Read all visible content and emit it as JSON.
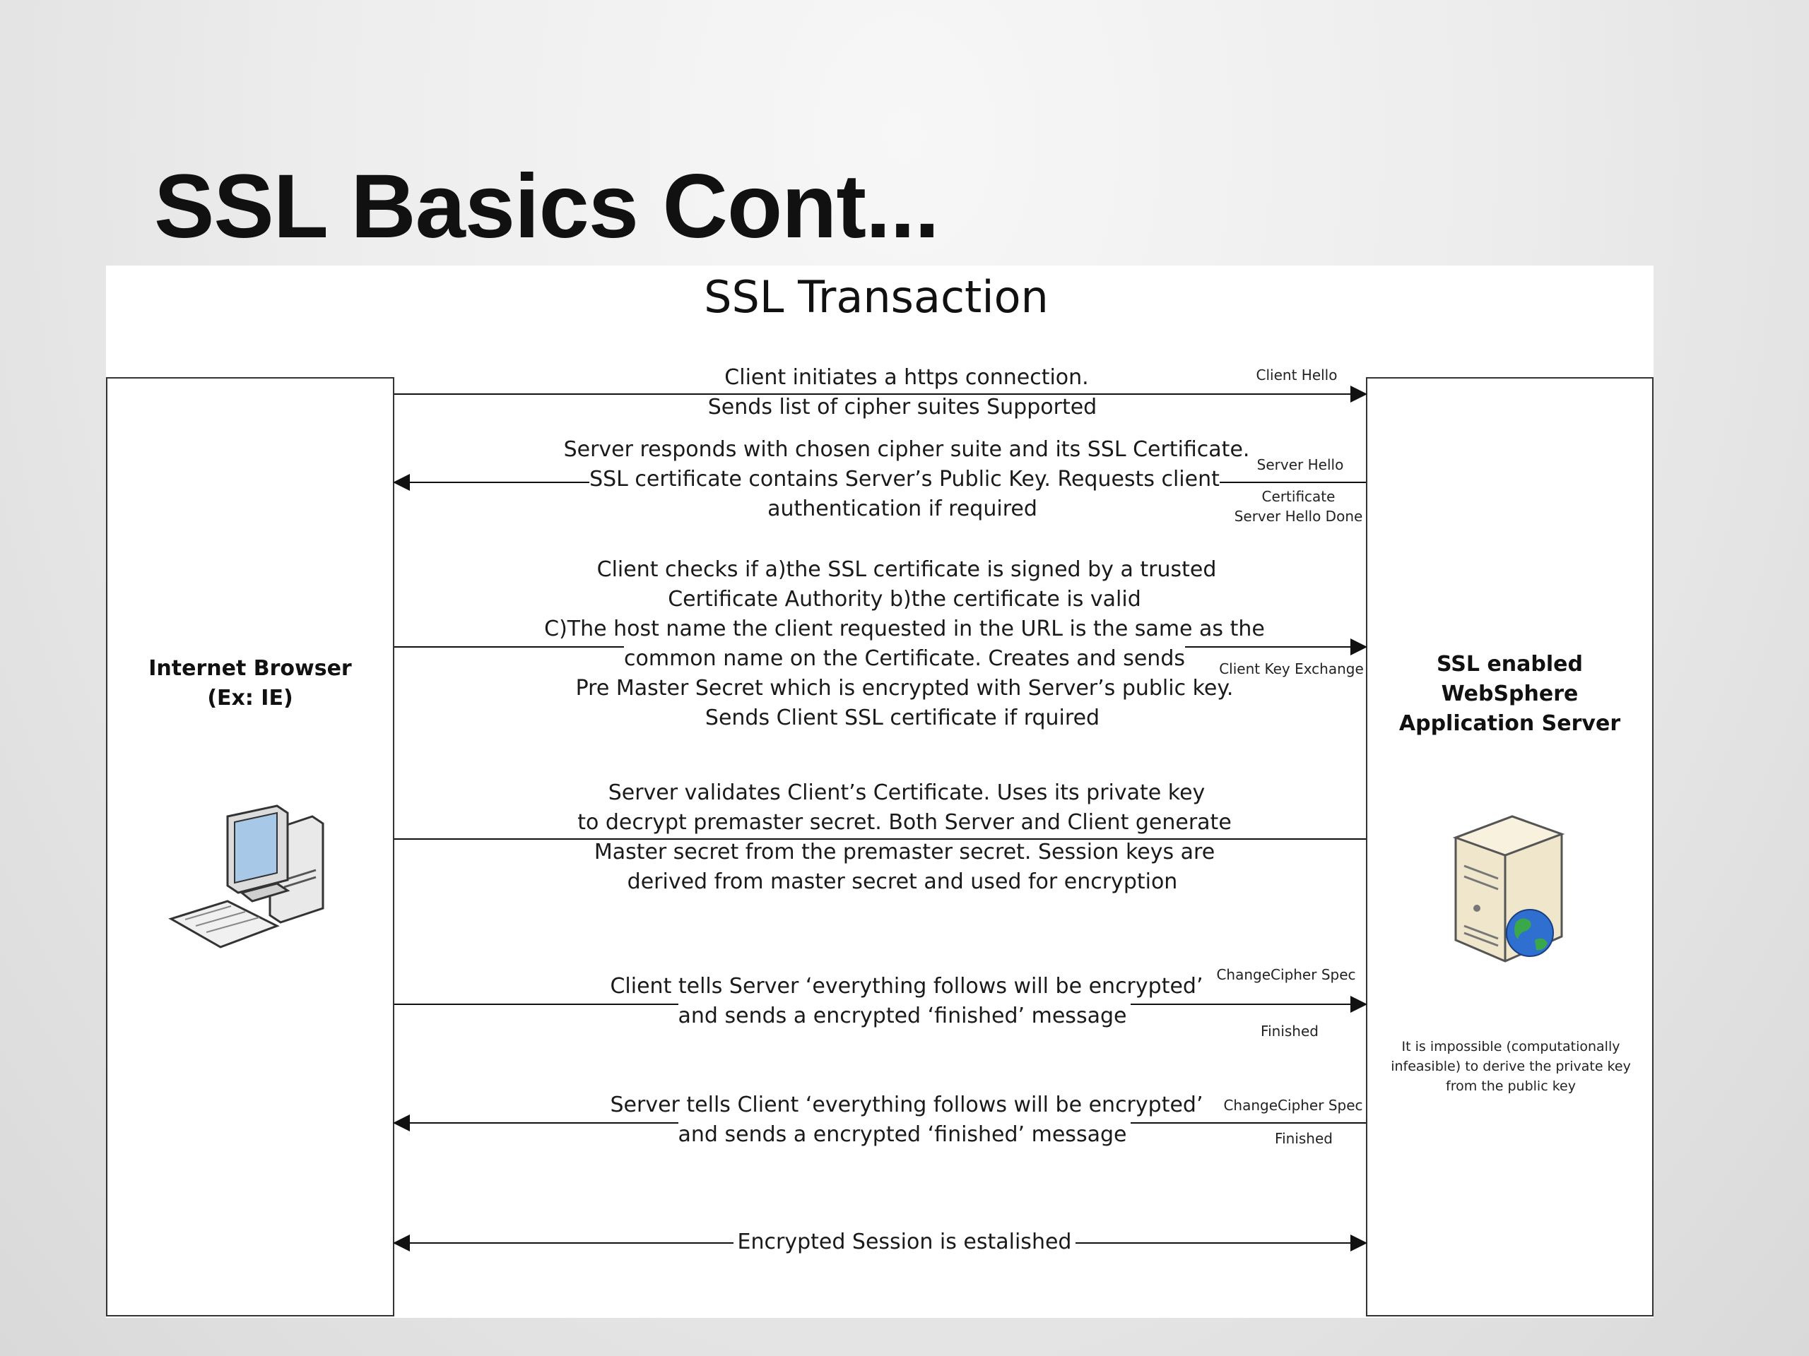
{
  "slide": {
    "title": "SSL Basics Cont..."
  },
  "diagram": {
    "title": "SSL Transaction",
    "client": {
      "label": "Internet Browser\n(Ex: IE)",
      "icon": "desktop-computer-icon"
    },
    "server": {
      "label": "SSL enabled\nWebSphere\nApplication Server",
      "icon": "server-globe-icon",
      "note": "It is impossible (computationally infeasible) to derive  the private key from the public key"
    },
    "messages": [
      {
        "text": "Client initiates a https connection.\nSends list of cipher suites Supported",
        "direction": "client-to-server",
        "tags": [
          "Client Hello"
        ]
      },
      {
        "text": "Server responds with chosen cipher suite and its SSL Certificate.\nSSL certificate contains Server’s Public Key. Requests client\nauthentication if required",
        "direction": "server-to-client",
        "tags": [
          "Server Hello",
          "Certificate\nServer Hello Done"
        ]
      },
      {
        "text": "Client checks if a)the SSL certificate is signed by a trusted\nCertificate Authority b)the certificate is valid\nC)The host name the client requested in the URL is the same as the\ncommon name on the Certificate. Creates and sends\nPre Master Secret which is encrypted with Server’s public key.\nSends Client SSL certificate if rquired",
        "direction": "client-to-server",
        "tags": [
          "Client Key Exchange"
        ]
      },
      {
        "text": "Server validates Client’s Certificate. Uses its private key\nto decrypt premaster secret. Both Server and Client generate\nMaster secret from the premaster secret. Session keys are\nderived from master secret and used for encryption",
        "direction": "none",
        "tags": []
      },
      {
        "text": "Client tells Server ‘everything follows will be encrypted’\nand sends a encrypted ‘finished’ message",
        "direction": "client-to-server",
        "tags": [
          "ChangeCipher Spec",
          "Finished"
        ]
      },
      {
        "text": "Server tells Client ‘everything follows will be encrypted’\nand sends a encrypted ‘finished’ message",
        "direction": "server-to-client",
        "tags": [
          "ChangeCipher Spec",
          "Finished"
        ]
      },
      {
        "text": "Encrypted Session is estalished",
        "direction": "both",
        "tags": []
      }
    ]
  }
}
